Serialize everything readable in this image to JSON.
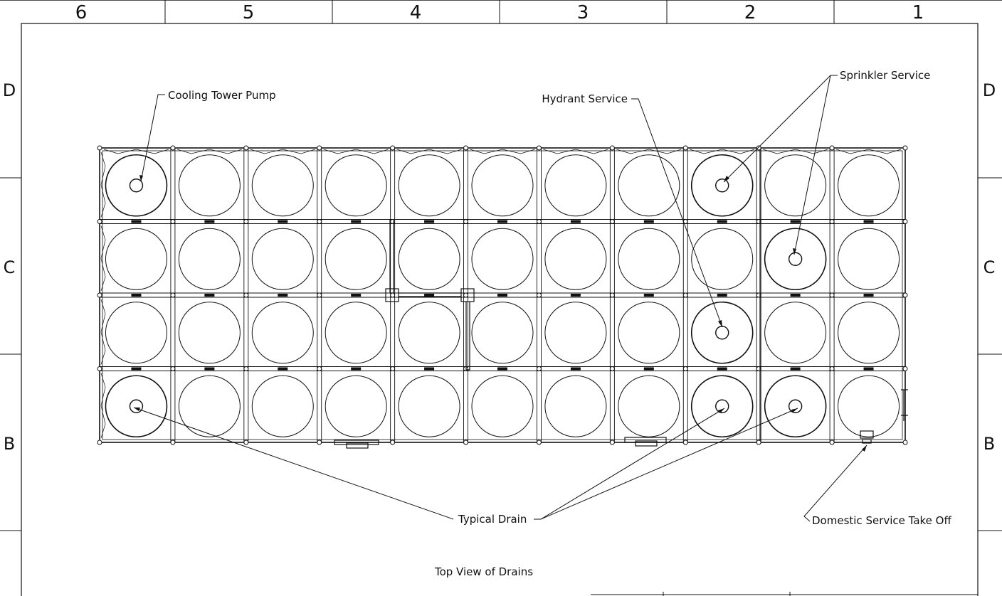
{
  "zones": {
    "columns": [
      "6",
      "5",
      "4",
      "3",
      "2",
      "1"
    ],
    "rows": [
      "D",
      "C",
      "B"
    ]
  },
  "callouts": {
    "cooling_tower_pump": "Cooling Tower Pump",
    "hydrant_service": "Hydrant Service",
    "sprinkler_service": "Sprinkler Service",
    "typical_drain": "Typical Drain",
    "domestic_service": "Domestic Service Take Off"
  },
  "title": "Top View of Drains",
  "tank_grid": {
    "columns": 11,
    "rows": 4
  }
}
